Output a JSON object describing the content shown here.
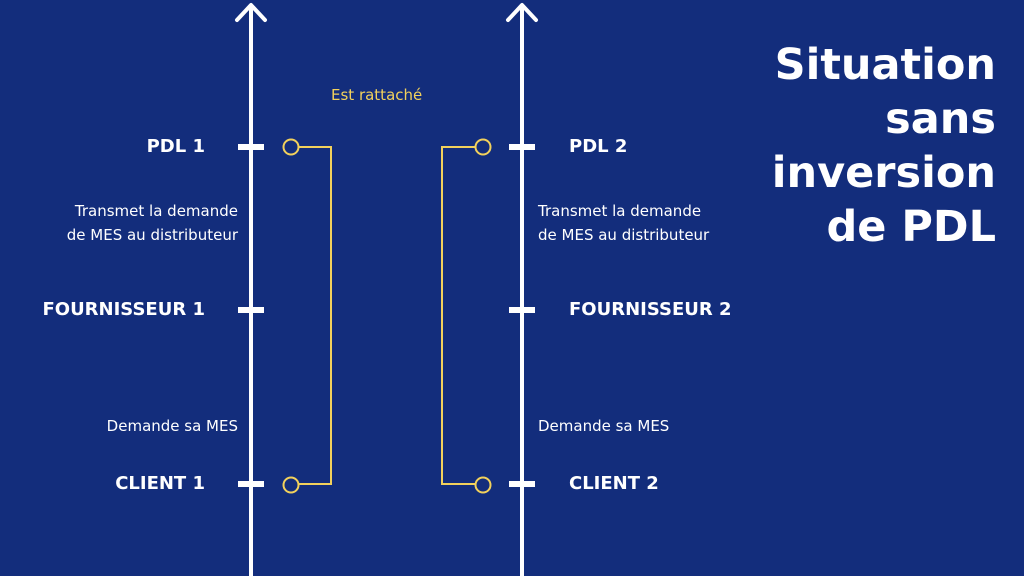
{
  "title": {
    "lines": [
      "Situation",
      "sans",
      "inversion",
      "de PDL"
    ]
  },
  "relation_label": "Est rattaché",
  "left_axis": {
    "pdl": "PDL 1",
    "pdl_note": [
      "Transmet la demande",
      "de MES au distributeur"
    ],
    "fournisseur": "FOURNISSEUR 1",
    "client_note": "Demande sa MES",
    "client": "CLIENT 1"
  },
  "right_axis": {
    "pdl": "PDL 2",
    "pdl_note": [
      "Transmet la demande",
      "de MES au distributeur"
    ],
    "fournisseur": "FOURNISSEUR 2",
    "client_note": "Demande sa MES",
    "client": "CLIENT 2"
  },
  "colors": {
    "background": "#132d7c",
    "axis": "#ffffff",
    "connector": "#f2d15c"
  }
}
